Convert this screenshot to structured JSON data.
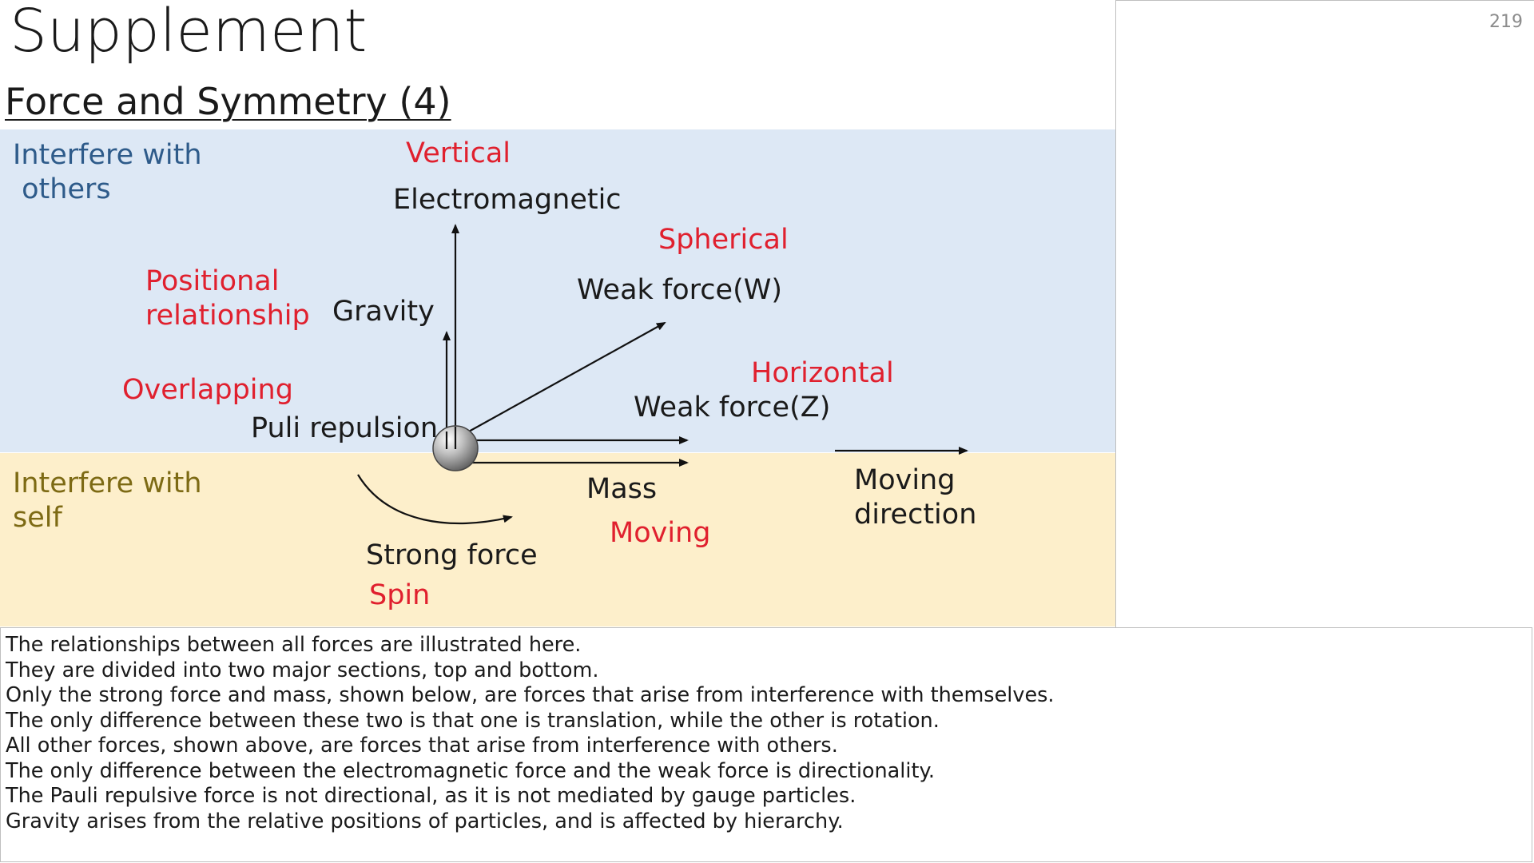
{
  "page_number": "219",
  "title": "Supplement",
  "subtitle": "Force and Symmetry (4)",
  "sections": {
    "top": "Interfere with\n others",
    "bottom": "Interfere with\nself"
  },
  "labels": {
    "vertical": "Vertical",
    "electromagnetic": "Electromagnetic",
    "spherical": "Spherical",
    "weak_w": "Weak force(W)",
    "positional": "Positional\nrelationship",
    "gravity": "Gravity",
    "horizontal": "Horizontal",
    "overlapping": "Overlapping",
    "weak_z": "Weak force(Z)",
    "puli": "Puli repulsion",
    "mass": "Mass",
    "moving": "Moving",
    "moving_direction": "Moving\ndirection",
    "strong": "Strong force",
    "spin": "Spin"
  },
  "colors": {
    "accent_red": "#e0202e",
    "top_band": "#dde8f5",
    "bottom_band": "#fdefcb",
    "top_section_text": "#2e5b8a",
    "bottom_section_text": "#7d6a14"
  },
  "notes": [
    "The relationships between all forces are illustrated here.",
    "They are divided into two major sections, top and bottom.",
    "Only the strong force and mass, shown below, are forces that arise from interference with themselves.",
    "The only difference between these two is that one is translation, while the other is rotation.",
    "All other forces, shown above, are forces that arise from interference with others.",
    "The only difference between the electromagnetic force and the weak force is directionality.",
    "The Pauli repulsive force is not directional, as it is not mediated by gauge particles.",
    "Gravity arises from the relative positions of particles, and is affected by hierarchy."
  ]
}
